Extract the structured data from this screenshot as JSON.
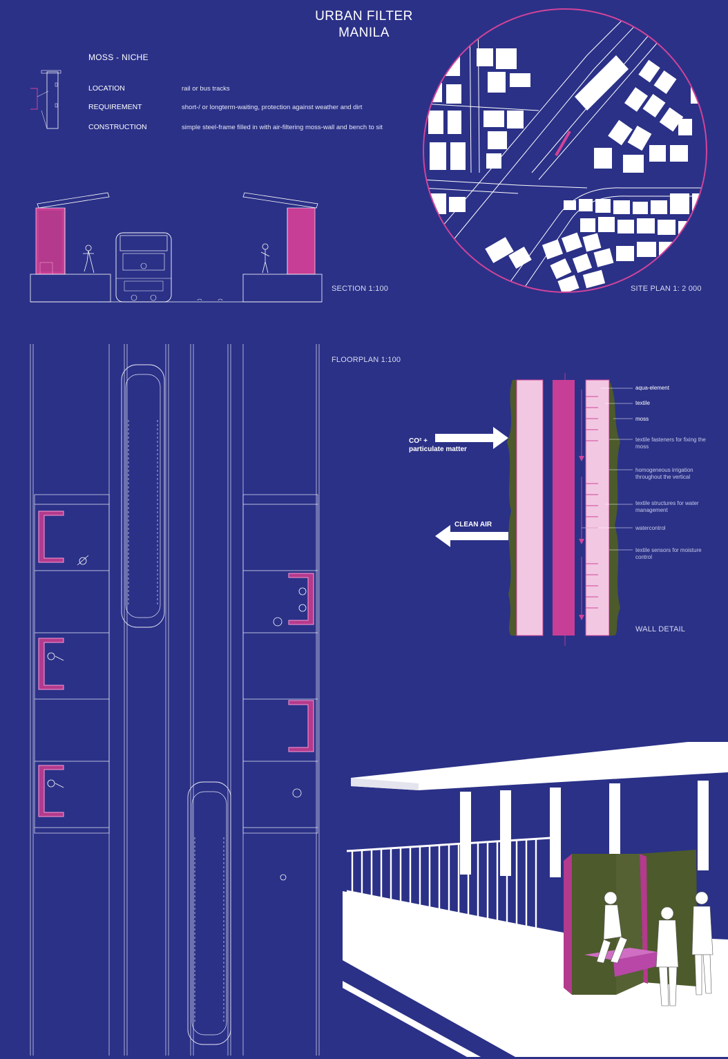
{
  "title": {
    "line1": "URBAN FILTER",
    "line2": "MANILA"
  },
  "niche": {
    "heading": "MOSS - NICHE",
    "rows": [
      {
        "label": "LOCATION",
        "value": "rail or bus tracks"
      },
      {
        "label": "REQUIREMENT",
        "value": "short-/ or longterm-waiting, protection against weather and dirt"
      },
      {
        "label": "CONSTRUCTION",
        "value": "simple steel-frame filled in with air-filtering moss-wall and bench to sit"
      }
    ]
  },
  "captions": {
    "section": "SECTION 1:100",
    "site_plan": "SITE PLAN 1: 2 000",
    "floorplan": "FLOORPLAN 1:100",
    "wall_detail": "WALL DETAIL"
  },
  "wall_detail": {
    "inflow": {
      "line1": "CO² +",
      "line2": "particulate matter"
    },
    "outflow": "CLEAN AIR",
    "labels": [
      {
        "text": "aqua-element"
      },
      {
        "text": "textile"
      },
      {
        "text": "moss"
      },
      {
        "text": "textile fasteners for fixing the moss"
      },
      {
        "text": "homogeneous irrigation throughout the vertical"
      },
      {
        "text": "textile structures for water management"
      },
      {
        "text": "watercontrol"
      },
      {
        "text": "textile sensors for moisture control"
      }
    ]
  },
  "colors": {
    "background": "#2b3187",
    "line": "#ffffff",
    "accent_magenta": "#d0449a",
    "moss_green": "#4d5a2b"
  }
}
